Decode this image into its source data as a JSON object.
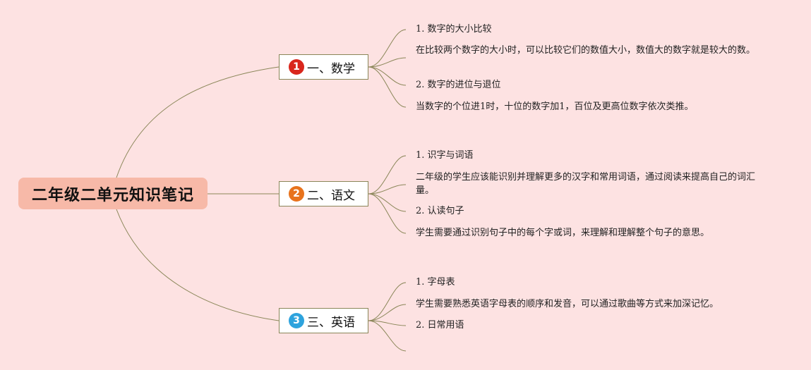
{
  "colors": {
    "background": "#fde2e2",
    "root_fill": "#f7b9a8",
    "line": "#8a8658",
    "badge_1": "#d9261c",
    "badge_2": "#e8731d",
    "badge_3": "#2ea3dd"
  },
  "root": {
    "label": "二年级二单元知识笔记"
  },
  "branches": [
    {
      "number": "1",
      "label": "一、数学",
      "leaves": [
        "1. 数字的大小比较",
        "在比较两个数字的大小时，可以比较它们的数值大小，数值大的数字就是较大的数。",
        "2. 数字的进位与退位",
        "当数字的个位进1时，十位的数字加1，百位及更高位数字依次类推。"
      ]
    },
    {
      "number": "2",
      "label": "二、语文",
      "leaves": [
        "1. 识字与词语",
        "二年级的学生应该能识别并理解更多的汉字和常用词语，通过阅读来提高自己的词汇量。",
        "2. 认读句子",
        "学生需要通过识别句子中的每个字或词，来理解和理解整个句子的意思。"
      ]
    },
    {
      "number": "3",
      "label": "三、英语",
      "leaves": [
        "1. 字母表",
        "学生需要熟悉英语字母表的顺序和发音，可以通过歌曲等方式来加深记忆。",
        "2. 日常用语",
        ""
      ]
    }
  ]
}
